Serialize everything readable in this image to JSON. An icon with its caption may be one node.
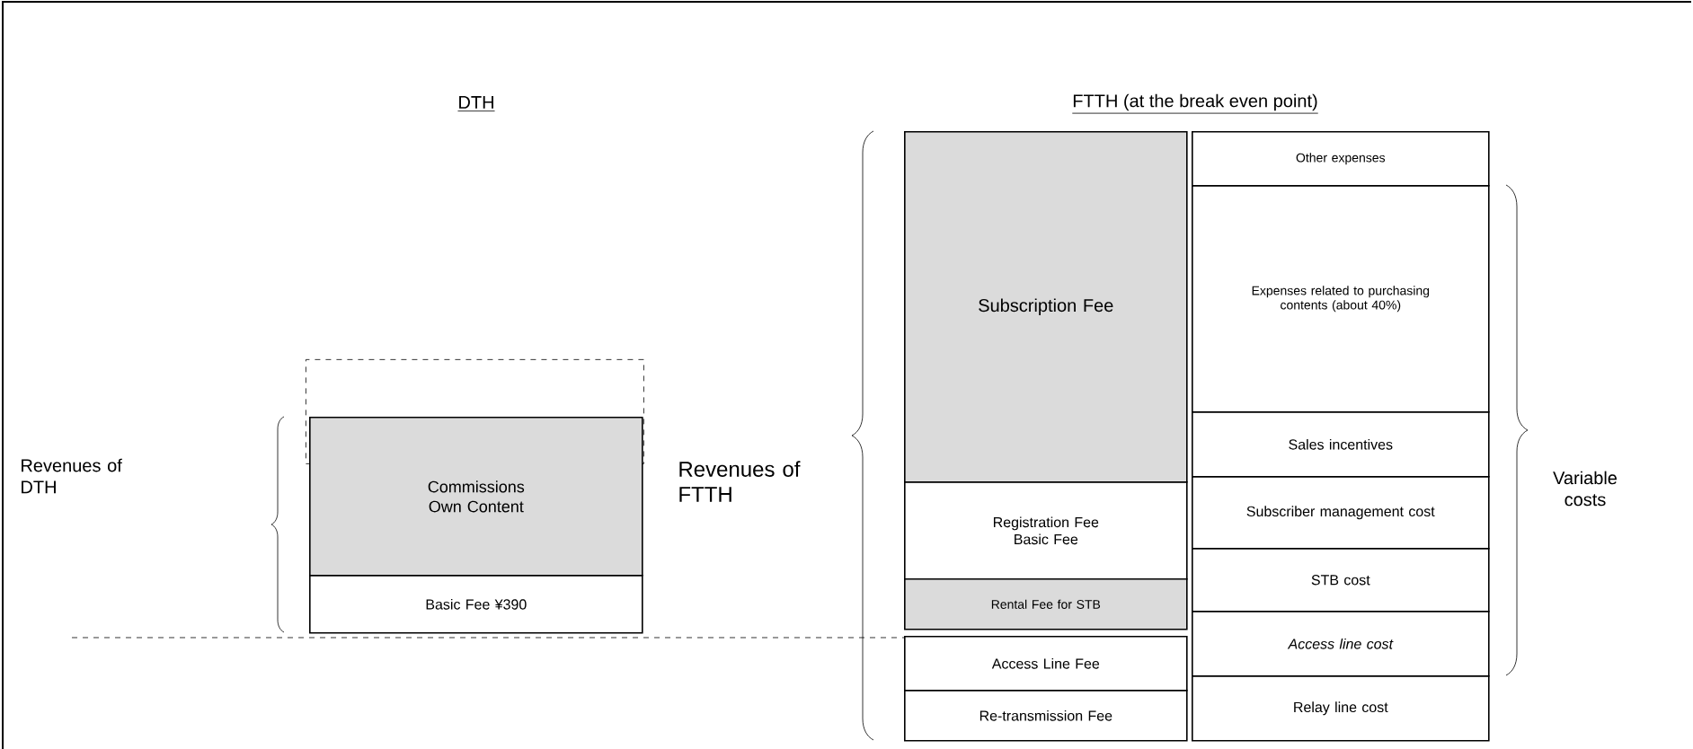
{
  "diagram": {
    "nodes": [
      {
        "text": [],
        "shape": "box"
      },
      {
        "text": [
          "Commissions",
          "Own Content"
        ]
      },
      {
        "text": [
          "Basic Fee ¥390"
        ]
      },
      {
        "text": [
          "Subscription Fee"
        ]
      },
      {
        "text": [
          "Registration Fee",
          "Basic Fee"
        ]
      },
      {
        "text": [
          "Rental Fee for STB"
        ]
      },
      {
        "text": [
          "Access Line Fee"
        ]
      },
      {
        "text": [
          "Re-transmission Fee"
        ]
      },
      {
        "text": [
          "Other expenses"
        ]
      },
      {
        "text": [
          "Expenses related to purchasing contents (about 40%)"
        ]
      },
      {
        "text": [
          "Sales incentives"
        ]
      },
      {
        "text": [
          "Subscriber management cost"
        ]
      },
      {
        "text": [
          "STB cost"
        ]
      },
      {
        "text": [
          "Access line cost"
        ]
      },
      {
        "text": [
          "Relay line cost"
        ]
      }
    ],
    "labels": [
      "DTH",
      "FTTH (at the break even point)",
      "Revenues of DTH",
      "Revenues of FTTH",
      "Variable costs"
    ]
  }
}
